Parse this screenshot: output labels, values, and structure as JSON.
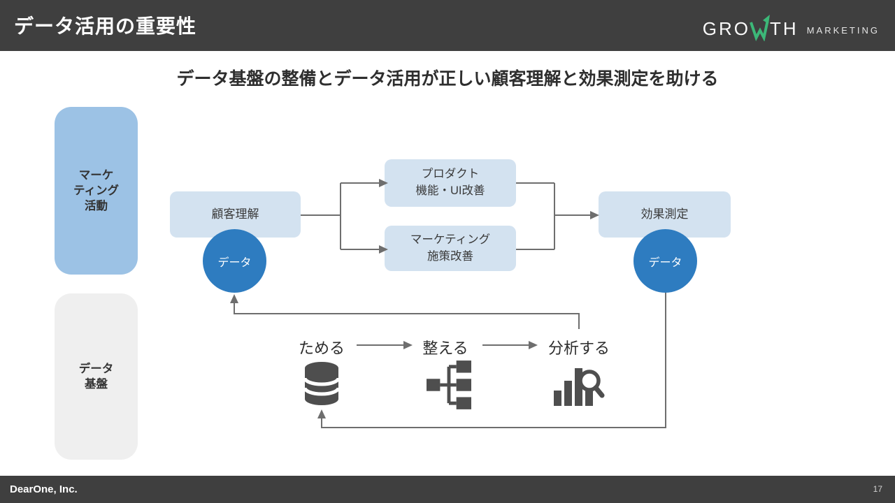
{
  "header": {
    "title": "データ活用の重要性",
    "bg_color": "#3f3f3f",
    "logo": {
      "left": "GRO",
      "right": "TH",
      "sub": "MARKETING",
      "accent_color": "#3cb878"
    }
  },
  "subtitle": "データ基盤の整備とデータ活用が正しい顧客理解と効果測定を助ける",
  "lanes": {
    "marketing": {
      "lines": [
        "マーケ",
        "ティング",
        "活動"
      ],
      "color": "#9cc2e5"
    },
    "foundation": {
      "lines": [
        "データ",
        "基盤"
      ],
      "color": "#efefef"
    }
  },
  "flow": {
    "customer_understanding": "顧客理解",
    "product_improvement": [
      "プロダクト",
      "機能・UI改善"
    ],
    "marketing_improvement": [
      "マーケティング",
      "施策改善"
    ],
    "effect_measurement": "効果測定",
    "data_circle_left": "データ",
    "data_circle_right": "データ",
    "box_color": "#d3e2f0",
    "circle_color": "#2e7cc0",
    "connector_color": "#6e6e6e"
  },
  "pipeline": {
    "steps": [
      {
        "label": "ためる",
        "icon": "database-icon"
      },
      {
        "label": "整える",
        "icon": "organize-icon"
      },
      {
        "label": "分析する",
        "icon": "analyze-icon"
      }
    ],
    "icon_color": "#4e4e4e"
  },
  "footer": {
    "company": "DearOne, Inc.",
    "page": "17",
    "bg_color": "#3f3f3f"
  }
}
